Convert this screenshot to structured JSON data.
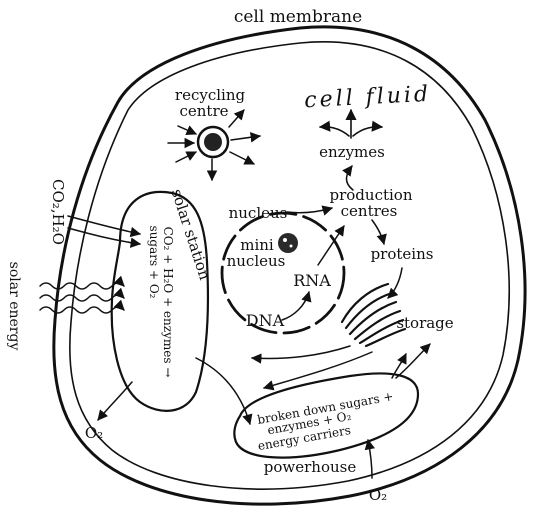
{
  "labels": {
    "cell_membrane": "cell membrane",
    "cell_fluid": "cell fluid",
    "recycling_centre_line1": "recycling",
    "recycling_centre_line2": "centre",
    "enzymes": "enzymes",
    "production_centres_line1": "production",
    "production_centres_line2": "centres",
    "nucleus": "nucleus",
    "mini_nucleus_line1": "mini",
    "mini_nucleus_line2": "nucleus",
    "rna": "RNA",
    "dna": "DNA",
    "proteins": "proteins",
    "storage": "storage",
    "solar_station": "solar station",
    "co2_h2o_input": "CO₂,H₂O",
    "solar_energy": "solar energy",
    "solar_equation_line1": "CO₂ + H₂O + enzymes →",
    "solar_equation_line2": "sugars + O₂",
    "o2_left": "O₂",
    "powerhouse": "powerhouse",
    "powerhouse_line1": "broken down sugars +",
    "powerhouse_line2": "enzymes + O₂",
    "powerhouse_line3": "energy carriers",
    "o2_bottom": "O₂"
  }
}
